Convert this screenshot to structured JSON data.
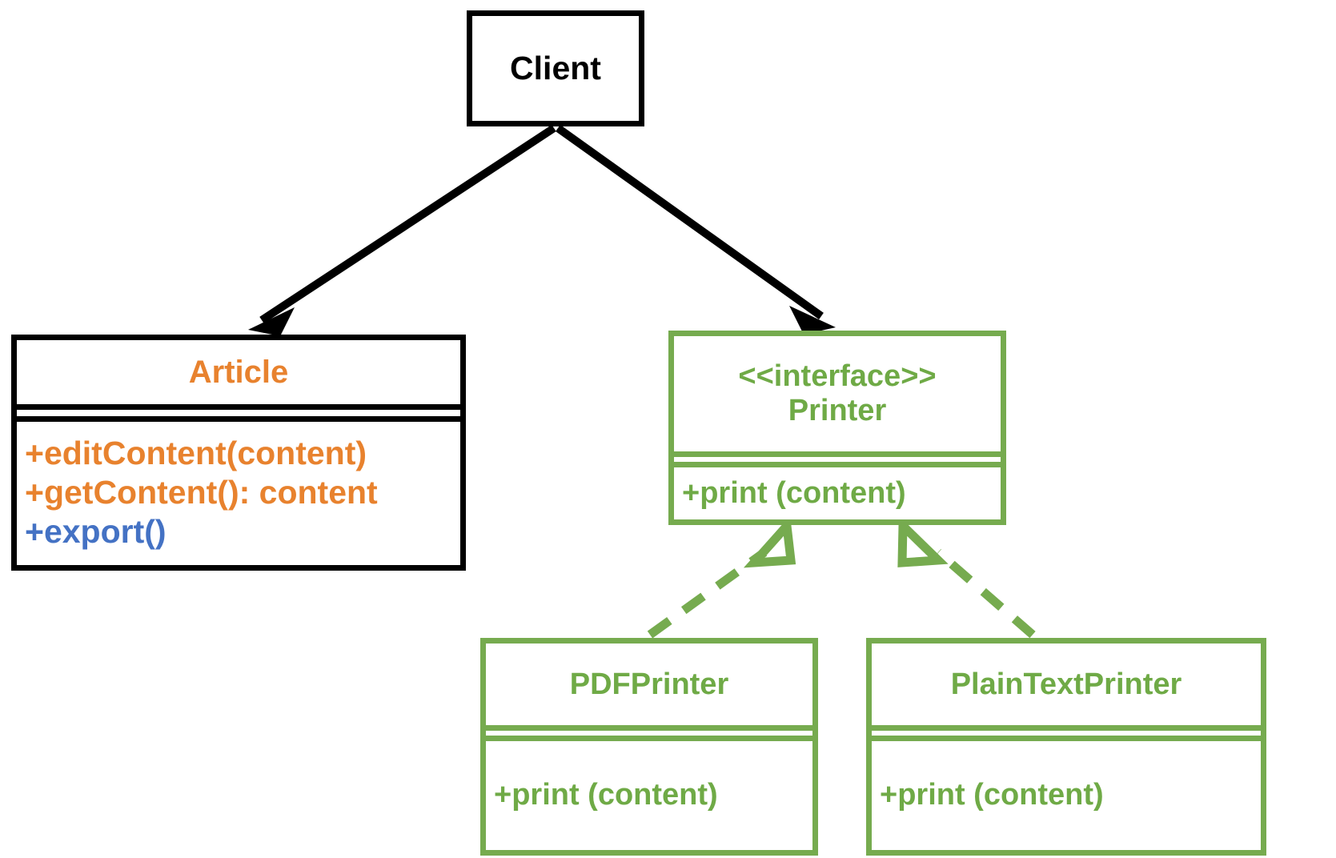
{
  "diagram": {
    "type": "uml-class-diagram",
    "title": "",
    "colors": {
      "black": "#000000",
      "orange": "#E8822E",
      "blue": "#4472C4",
      "green": "#76AB4F",
      "green_text": "#6FAA46",
      "background": "#FFFFFF"
    }
  },
  "classes": {
    "client": {
      "name": "Client",
      "stereotype": "",
      "attributes": [],
      "methods": []
    },
    "article": {
      "name": "Article",
      "stereotype": "",
      "attributes": [],
      "methods": [
        {
          "text": "+editContent(content)",
          "color": "orange"
        },
        {
          "text": "+getContent(): content",
          "color": "orange"
        },
        {
          "text": "+export()",
          "color": "blue"
        }
      ]
    },
    "printer": {
      "stereotype": "<<interface>>",
      "name": "Printer",
      "attributes": [],
      "methods": [
        {
          "text": "+print (content)",
          "color": "green"
        }
      ]
    },
    "pdf_printer": {
      "name": "PDFPrinter",
      "stereotype": "",
      "attributes": [],
      "methods": [
        {
          "text": "+print (content)",
          "color": "green"
        }
      ]
    },
    "plain_text_printer": {
      "name": "PlainTextPrinter",
      "stereotype": "",
      "attributes": [],
      "methods": [
        {
          "text": "+print (content)",
          "color": "green"
        }
      ]
    }
  },
  "relationships": [
    {
      "id": "client-to-article",
      "from": "Client",
      "to": "Article",
      "kind": "association",
      "line": "solid",
      "arrowhead": "filled",
      "color": "#000000"
    },
    {
      "id": "client-to-printer",
      "from": "Client",
      "to": "Printer",
      "kind": "association",
      "line": "solid",
      "arrowhead": "filled",
      "color": "#000000"
    },
    {
      "id": "pdfprinter-realizes-printer",
      "from": "PDFPrinter",
      "to": "Printer",
      "kind": "realization",
      "line": "dashed",
      "arrowhead": "hollow-triangle",
      "color": "#76AB4F"
    },
    {
      "id": "plaintextprinter-realizes-printer",
      "from": "PlainTextPrinter",
      "to": "Printer",
      "kind": "realization",
      "line": "dashed",
      "arrowhead": "hollow-triangle",
      "color": "#76AB4F"
    }
  ]
}
